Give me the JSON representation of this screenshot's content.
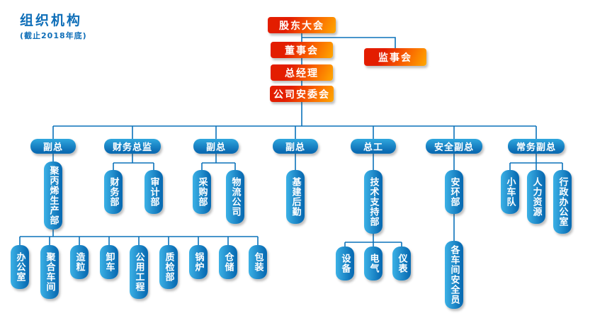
{
  "title": "组织机构",
  "subtitle": "(截止2018年底)",
  "top": [
    {
      "label": "股东大会"
    },
    {
      "label": "董事会"
    },
    {
      "label": "总经理"
    },
    {
      "label": "公司安委会"
    }
  ],
  "supervisory": {
    "label": "监事会"
  },
  "branches": [
    {
      "label": "副总",
      "children": [
        {
          "label": "聚丙烯生产部",
          "children": [
            "办公室",
            "聚合车间",
            "造粒",
            "卸车",
            "公用工程",
            "质检部",
            "锅炉",
            "仓储",
            "包装"
          ]
        }
      ]
    },
    {
      "label": "财务总监",
      "children": [
        {
          "label": "财务部"
        },
        {
          "label": "审计部"
        }
      ]
    },
    {
      "label": "副总",
      "children": [
        {
          "label": "采购部"
        },
        {
          "label": "物流公司"
        }
      ]
    },
    {
      "label": "副总",
      "children": [
        {
          "label": "基建后勤"
        }
      ]
    },
    {
      "label": "总工",
      "children": [
        {
          "label": "技术支持部",
          "children": [
            "设备",
            "电气",
            "仪表"
          ]
        }
      ]
    },
    {
      "label": "安全副总",
      "children": [
        {
          "label": "安环部",
          "children": [
            "各车间安全员"
          ]
        }
      ]
    },
    {
      "label": "常务副总",
      "children": [
        {
          "label": "小车队"
        },
        {
          "label": "人力资源"
        },
        {
          "label": "行政办公室"
        }
      ]
    }
  ],
  "colors": {
    "red_gradient_start": "#e31d00",
    "red_gradient_end": "#ffa800",
    "blue_gradient_start": "#3cb1e6",
    "blue_gradient_end": "#0a6db4",
    "line": "#0b72ba",
    "title_text": "#0e6eb8",
    "background": "#ffffff"
  }
}
